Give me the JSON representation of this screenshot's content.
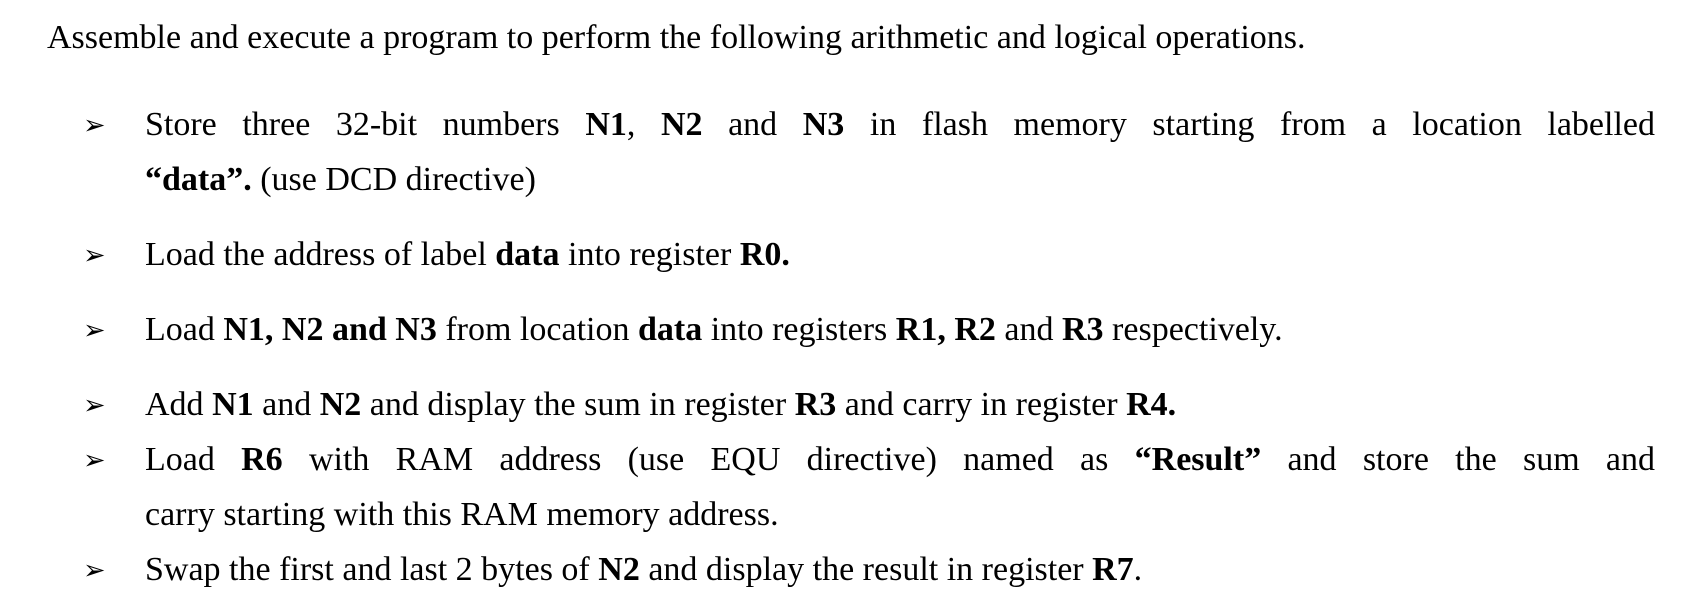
{
  "document": {
    "background": "#ffffff",
    "text_color": "#000000",
    "intro": {
      "lines": [
        [
          {
            "text": "Assemble and execute a program to perform the following arithmetic and logical operations.",
            "bold": false
          }
        ]
      ]
    },
    "bullets": [
      {
        "marker": "➢",
        "justify": true,
        "gap_after": true,
        "lines": [
          [
            {
              "text": "Store three 32-bit numbers ",
              "bold": false
            },
            {
              "text": "N1",
              "bold": true
            },
            {
              "text": ", ",
              "bold": false
            },
            {
              "text": "N2",
              "bold": true
            },
            {
              "text": " and ",
              "bold": false
            },
            {
              "text": "N3",
              "bold": true
            },
            {
              "text": " in flash memory starting from a location labelled",
              "bold": false
            }
          ],
          [
            {
              "text": "“data”.",
              "bold": true
            },
            {
              "text": " (use DCD directive)",
              "bold": false
            }
          ]
        ]
      },
      {
        "marker": "➢",
        "justify": false,
        "gap_after": true,
        "lines": [
          [
            {
              "text": "Load the address of label ",
              "bold": false
            },
            {
              "text": "data",
              "bold": true
            },
            {
              "text": " into register ",
              "bold": false
            },
            {
              "text": "R0.",
              "bold": true
            }
          ]
        ]
      },
      {
        "marker": "➢",
        "justify": false,
        "gap_after": true,
        "lines": [
          [
            {
              "text": "Load ",
              "bold": false
            },
            {
              "text": "N1, N2 and N3",
              "bold": true
            },
            {
              "text": " from location ",
              "bold": false
            },
            {
              "text": "data",
              "bold": true
            },
            {
              "text": " into registers ",
              "bold": false
            },
            {
              "text": "R1, R2",
              "bold": true
            },
            {
              "text": " and ",
              "bold": false
            },
            {
              "text": "R3",
              "bold": true
            },
            {
              "text": " respectively.",
              "bold": false
            }
          ]
        ]
      },
      {
        "marker": "➢",
        "justify": false,
        "gap_after": false,
        "lines": [
          [
            {
              "text": "Add ",
              "bold": false
            },
            {
              "text": "N1",
              "bold": true
            },
            {
              "text": " and ",
              "bold": false
            },
            {
              "text": "N2",
              "bold": true
            },
            {
              "text": " and display the sum in register ",
              "bold": false
            },
            {
              "text": "R3",
              "bold": true
            },
            {
              "text": " and carry in register ",
              "bold": false
            },
            {
              "text": "R4.",
              "bold": true
            }
          ]
        ]
      },
      {
        "marker": "➢",
        "justify": true,
        "gap_after": false,
        "lines": [
          [
            {
              "text": "Load ",
              "bold": false
            },
            {
              "text": "R6",
              "bold": true
            },
            {
              "text": " with RAM address (use EQU directive) named as ",
              "bold": false
            },
            {
              "text": "“Result”",
              "bold": true
            },
            {
              "text": " and store the sum and",
              "bold": false
            }
          ],
          [
            {
              "text": "carry starting with this RAM memory address.",
              "bold": false
            }
          ]
        ]
      },
      {
        "marker": "➢",
        "justify": false,
        "gap_after": false,
        "lines": [
          [
            {
              "text": "Swap the first and last 2 bytes of ",
              "bold": false
            },
            {
              "text": "N2",
              "bold": true
            },
            {
              "text": " and display the result in register ",
              "bold": false
            },
            {
              "text": "R7",
              "bold": true
            },
            {
              "text": ".",
              "bold": false
            }
          ]
        ]
      }
    ]
  }
}
